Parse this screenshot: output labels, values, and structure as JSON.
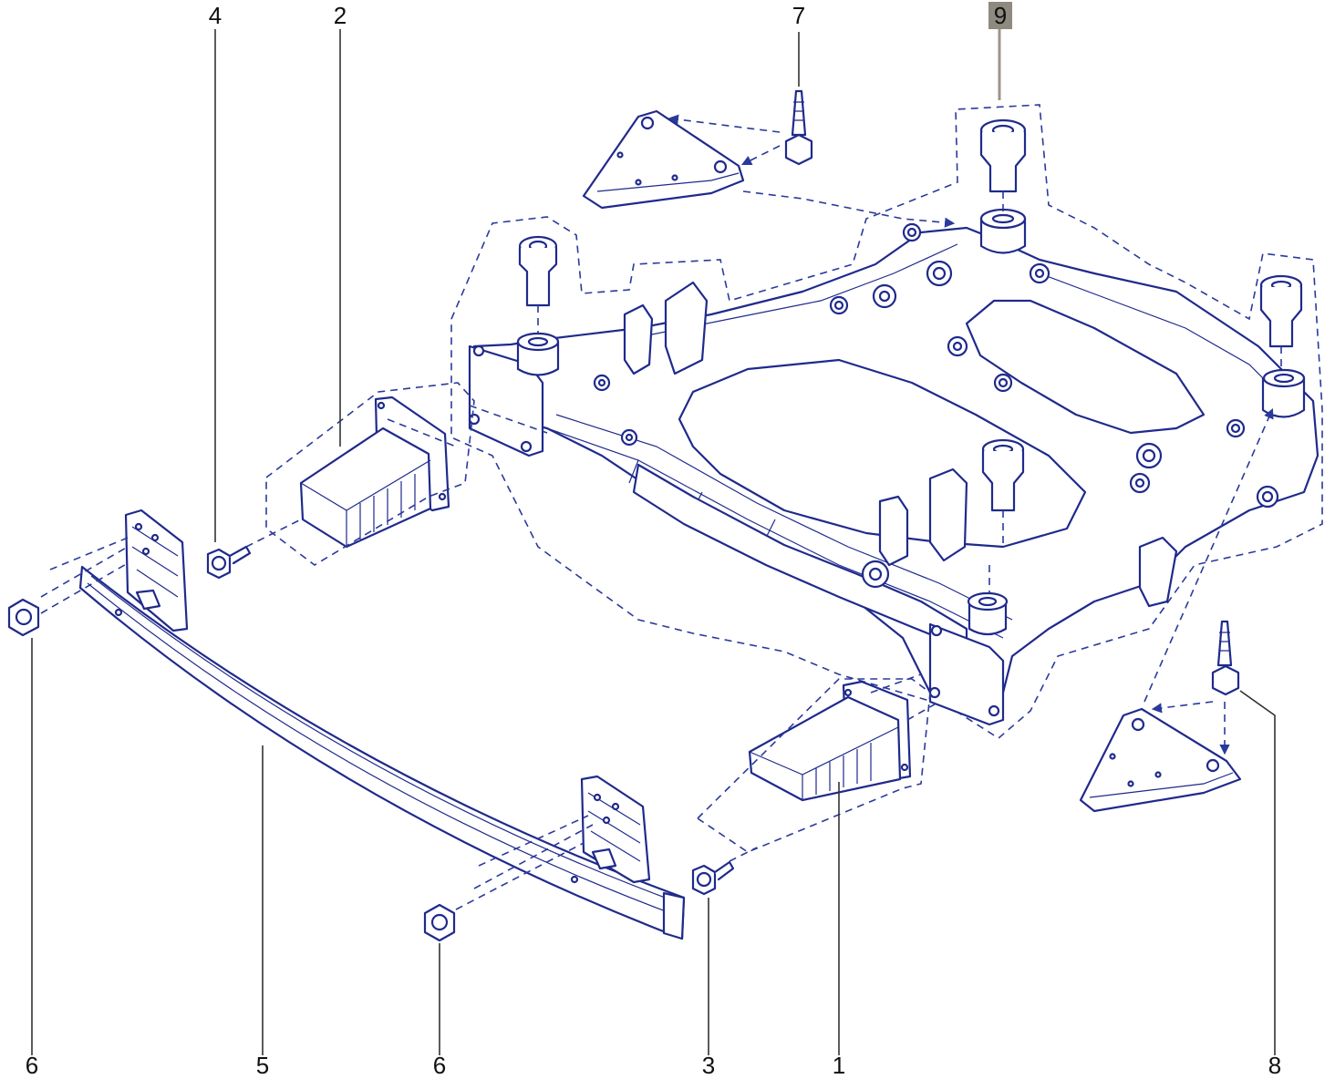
{
  "diagram": {
    "kind": "exploded parts view",
    "colors": {
      "line": "#1f2a8c",
      "dash": "#2a3a9a",
      "leader": "#333333",
      "highlight_box": "#8f8a80"
    },
    "callouts": [
      {
        "id": "c4",
        "label": "4"
      },
      {
        "id": "c2",
        "label": "2"
      },
      {
        "id": "c7",
        "label": "7"
      },
      {
        "id": "c9",
        "label": "9",
        "highlighted": true
      },
      {
        "id": "c6a",
        "label": "6"
      },
      {
        "id": "c5",
        "label": "5"
      },
      {
        "id": "c6b",
        "label": "6"
      },
      {
        "id": "c3",
        "label": "3"
      },
      {
        "id": "c1",
        "label": "1"
      },
      {
        "id": "c8",
        "label": "8"
      }
    ]
  }
}
